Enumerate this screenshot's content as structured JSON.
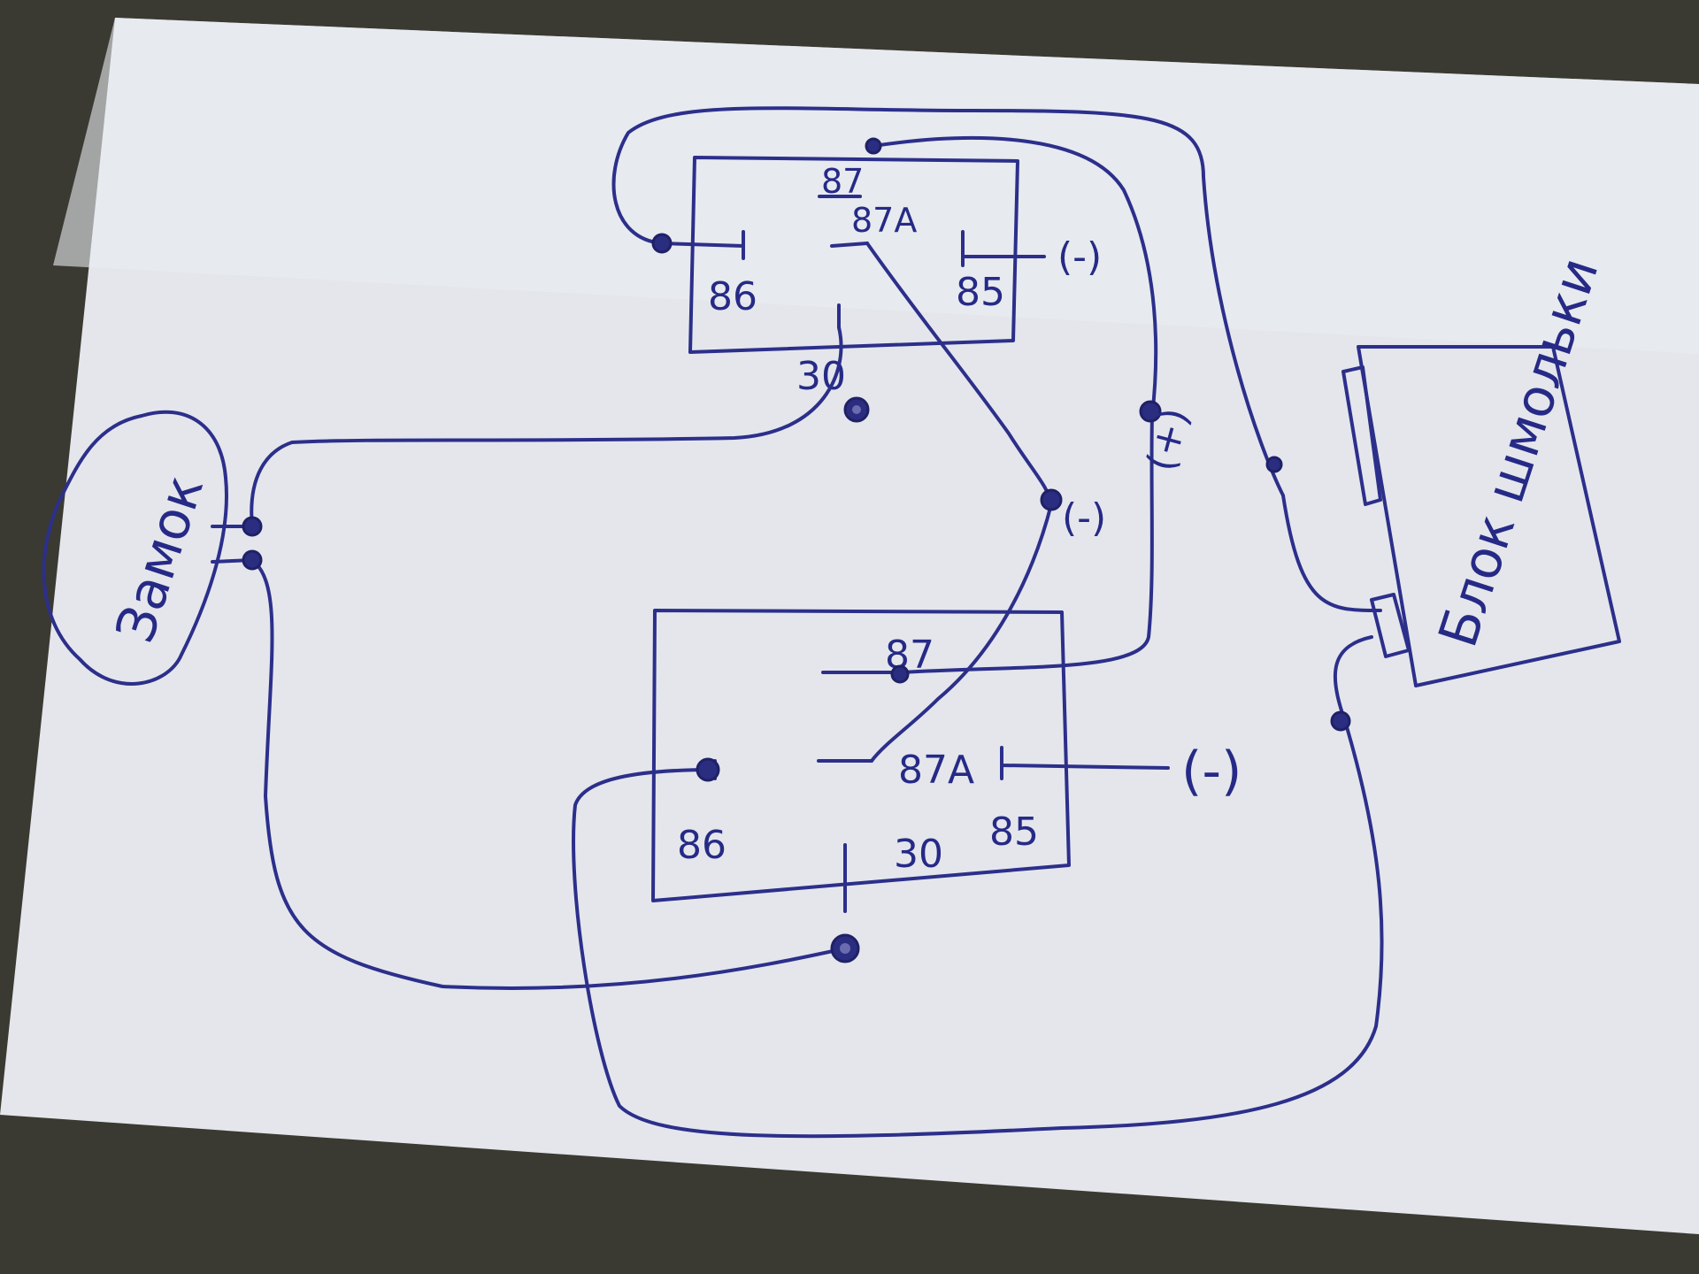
{
  "diagram": {
    "lock_label": "Замок",
    "ignition_label": "Блок шмольки",
    "relay_top": {
      "pin_87": "87",
      "pin_87a": "87А",
      "pin_86": "86",
      "pin_85": "85",
      "pin_30": "30",
      "ground": "(-)"
    },
    "relay_bottom": {
      "pin_87": "87",
      "pin_87a": "87А",
      "pin_86": "86",
      "pin_85": "85",
      "pin_30": "30",
      "ground": "(-)"
    },
    "wire_minus": "(-)",
    "wire_plus": "(+)"
  },
  "colors": {
    "paper": "#e6e8ee",
    "ink": "#2c2f8a",
    "background": "#3a3a32"
  }
}
